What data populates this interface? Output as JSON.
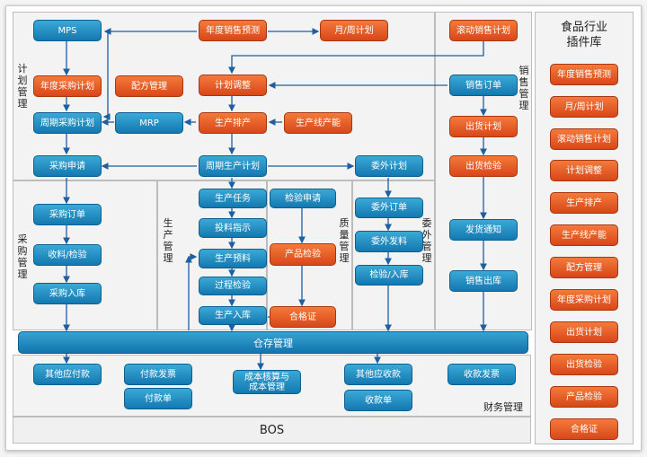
{
  "sections": {
    "plan": "计划管理",
    "purchase": "采购管理",
    "production": "生产管理",
    "quality": "质量管理",
    "outsource": "委外管理",
    "sales": "销售管理",
    "finance": "财务管理",
    "bos": "BOS"
  },
  "sidebar": {
    "title": "食品行业插件库",
    "items": [
      "年度销售预测",
      "月/周计划",
      "滚动销售计划",
      "计划调整",
      "生产排产",
      "生产线产能",
      "配方管理",
      "年度采购计划",
      "出货计划",
      "出货检验",
      "产品检验",
      "合格证"
    ]
  },
  "nodes": {
    "mps": "MPS",
    "annual_sales_forecast": "年度销售预测",
    "month_week_plan": "月/周计划",
    "rolling_sales_plan": "滚动销售计划",
    "annual_purchase_plan": "年度采购计划",
    "recipe_mgmt": "配方管理",
    "plan_adjust": "计划调整",
    "sales_order": "销售订单",
    "periodic_purchase_plan": "周期采购计划",
    "mrp": "MRP",
    "production_schedule": "生产排产",
    "line_capacity": "生产线产能",
    "shipping_plan": "出货计划",
    "purchase_request": "采购申请",
    "periodic_production_plan": "周期生产计划",
    "outsource_plan": "委外计划",
    "shipping_inspection": "出货检验",
    "purchase_order": "采购订单",
    "production_task": "生产任务",
    "inspection_request": "检验申请",
    "outsource_order": "委外订单",
    "delivery_notice": "发货通知",
    "material_input": "投料指示",
    "receive_inspect": "收料/检验",
    "production_forecast": "生产预料",
    "product_inspection": "产品检验",
    "outsource_issue": "委外发料",
    "process_inspection": "过程检验",
    "purchase_inbound": "采购入库",
    "inspect_inbound": "检验/入库",
    "sales_outbound": "销售出库",
    "production_inbound": "生产入库",
    "certificate": "合格证",
    "warehouse_mgmt": "仓存管理",
    "other_payable": "其他应付款",
    "payment_invoice": "付款发票",
    "payment_slip": "付款单",
    "cost_accounting": "成本核算与成本管理",
    "other_receivable": "其他应收款",
    "receipt_slip": "收款单",
    "receivable_invoice": "收款发票"
  },
  "colors": {
    "blue": "#1a86bf",
    "orange": "#e05a22",
    "line": "#1d5fa0"
  }
}
